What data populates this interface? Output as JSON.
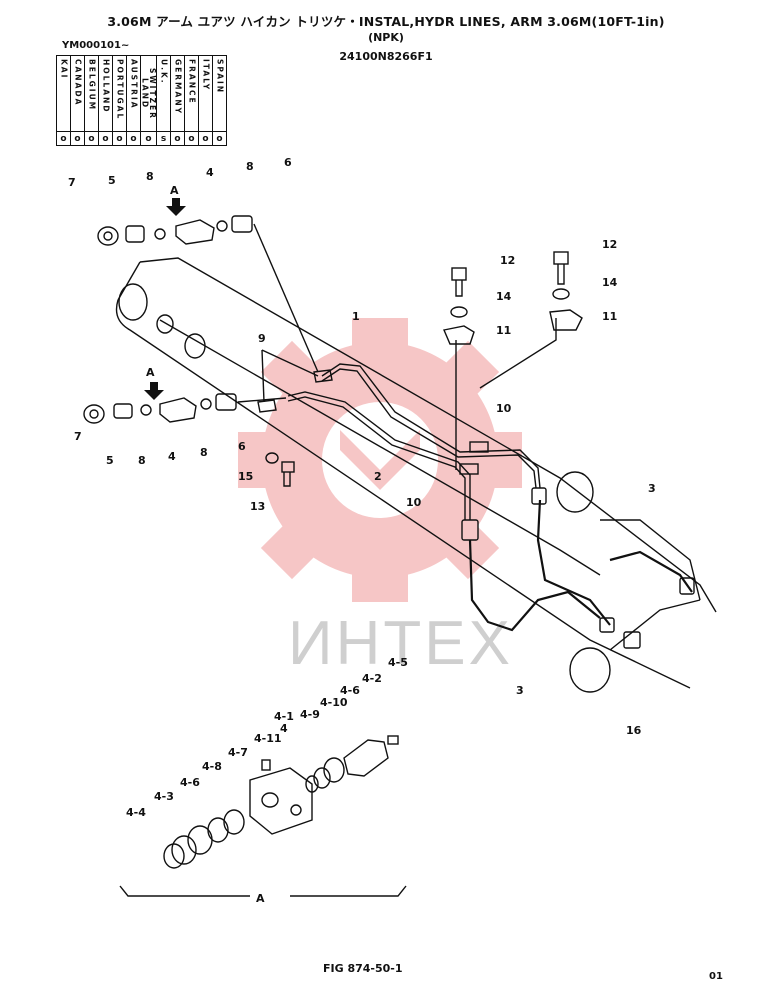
{
  "header": {
    "title": "3.06M アーム ユアツ ハイカン トリツケ・INSTAL,HYDR LINES, ARM 3.06M(10FT-1in)",
    "subtitle": "(NPK)",
    "part_number": "24100N8266F1",
    "serial_range": "YM000101~"
  },
  "country_table": [
    {
      "name": "KAI",
      "mark": "o"
    },
    {
      "name": "CANADA",
      "mark": "o"
    },
    {
      "name": "BELGIUM",
      "mark": "o"
    },
    {
      "name": "HOLLAND",
      "mark": "o"
    },
    {
      "name": "PORTUGAL",
      "mark": "o"
    },
    {
      "name": "AUSTRIA",
      "mark": "o"
    },
    {
      "name": "SWITZER LAND",
      "mark": "o"
    },
    {
      "name": "U.K.",
      "mark": "s"
    },
    {
      "name": "GERMANY",
      "mark": "o"
    },
    {
      "name": "FRANCE",
      "mark": "o"
    },
    {
      "name": "ITALY",
      "mark": "o"
    },
    {
      "name": "SPAIN",
      "mark": "o"
    }
  ],
  "callouts": {
    "top": [
      "7",
      "5",
      "8",
      "A",
      "4",
      "8",
      "6"
    ],
    "left": [
      "A",
      "9",
      "1",
      "7",
      "5",
      "8",
      "4",
      "8",
      "6",
      "2",
      "15",
      "13",
      "10",
      "10",
      "12",
      "12",
      "14",
      "14",
      "11",
      "11",
      "3",
      "3",
      "16"
    ],
    "detail": [
      "4-5",
      "4-2",
      "4-6",
      "4-10",
      "4-9",
      "4-1",
      "4",
      "4-11",
      "4-7",
      "4-8",
      "4-6",
      "4-3",
      "4-4",
      "A"
    ]
  },
  "watermark": "ИНТЕХ",
  "footer": {
    "figure": "FIG 874-50-1",
    "page": "01"
  }
}
